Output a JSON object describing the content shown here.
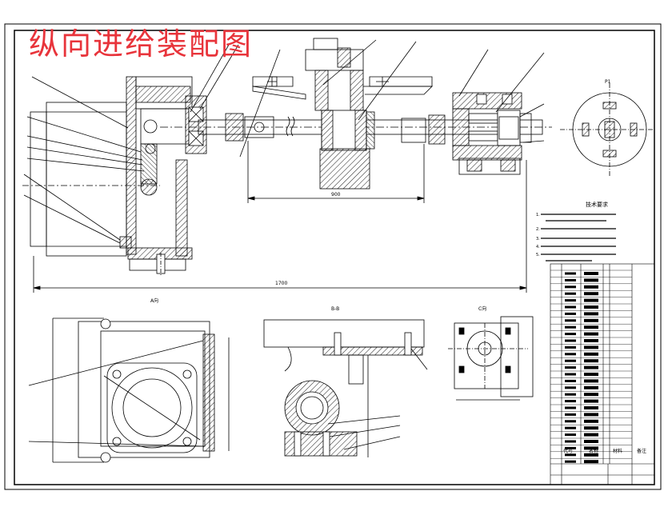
{
  "title": "纵向进给装配图",
  "dimensions": {
    "length_total": "1700",
    "span": "900"
  },
  "views": {
    "a": "A向",
    "b": "B-B",
    "c": "C向",
    "p": "P1"
  },
  "tech_req": {
    "heading": "技术要求",
    "items": [
      "1.",
      "2.",
      "3.",
      "4.",
      "5."
    ]
  },
  "title_block": {
    "code": "代号",
    "name": "名称",
    "material": "材料",
    "note": "备注"
  },
  "colors": {
    "title": "#e8343b",
    "line": "#000000"
  }
}
